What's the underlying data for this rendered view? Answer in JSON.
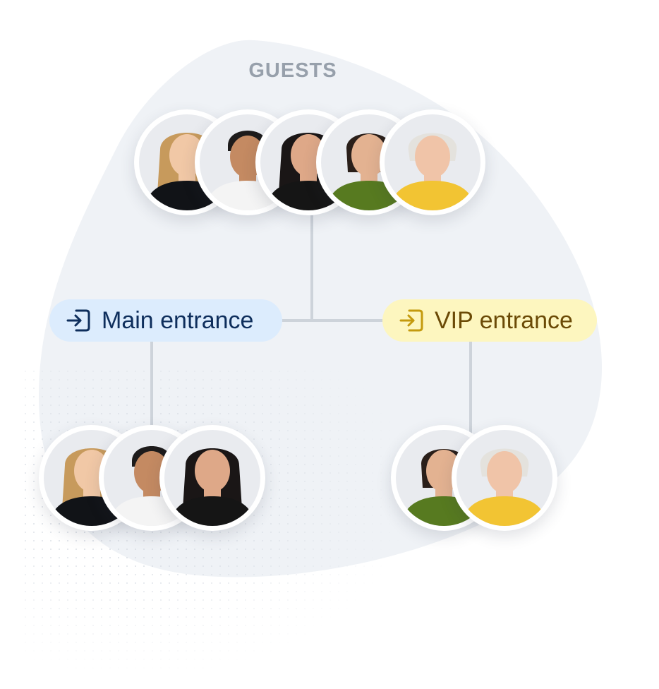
{
  "diagram": {
    "title": "GUESTS",
    "main_entrance": {
      "label": "Main entrance",
      "icon": "login-icon",
      "color": "#0e2e5c",
      "background": "#dcecfd"
    },
    "vip_entrance": {
      "label": "VIP entrance",
      "icon": "login-icon",
      "color": "#c49a0e",
      "background": "#fdf6bf"
    },
    "guests": [
      {
        "id": "blonde-woman",
        "hair": "#c79a5c",
        "skin": "#f1c8a6",
        "shirt": "#111317"
      },
      {
        "id": "smiling-man",
        "hair": "#1d1b1b",
        "skin": "#c48a62",
        "shirt": "#f4f4f4"
      },
      {
        "id": "dark-haired-woman",
        "hair": "#1a1616",
        "skin": "#dea888",
        "shirt": "#151515"
      },
      {
        "id": "woman-green-shirt",
        "hair": "#2a1f1a",
        "skin": "#e3b291",
        "shirt": "#577a20"
      },
      {
        "id": "senior-woman",
        "hair": "#e4e2dd",
        "skin": "#f0c4a8",
        "shirt": "#f2c433"
      }
    ],
    "main_group": [
      "blonde-woman",
      "smiling-man",
      "dark-haired-woman"
    ],
    "vip_group": [
      "woman-green-shirt",
      "senior-woman"
    ]
  }
}
